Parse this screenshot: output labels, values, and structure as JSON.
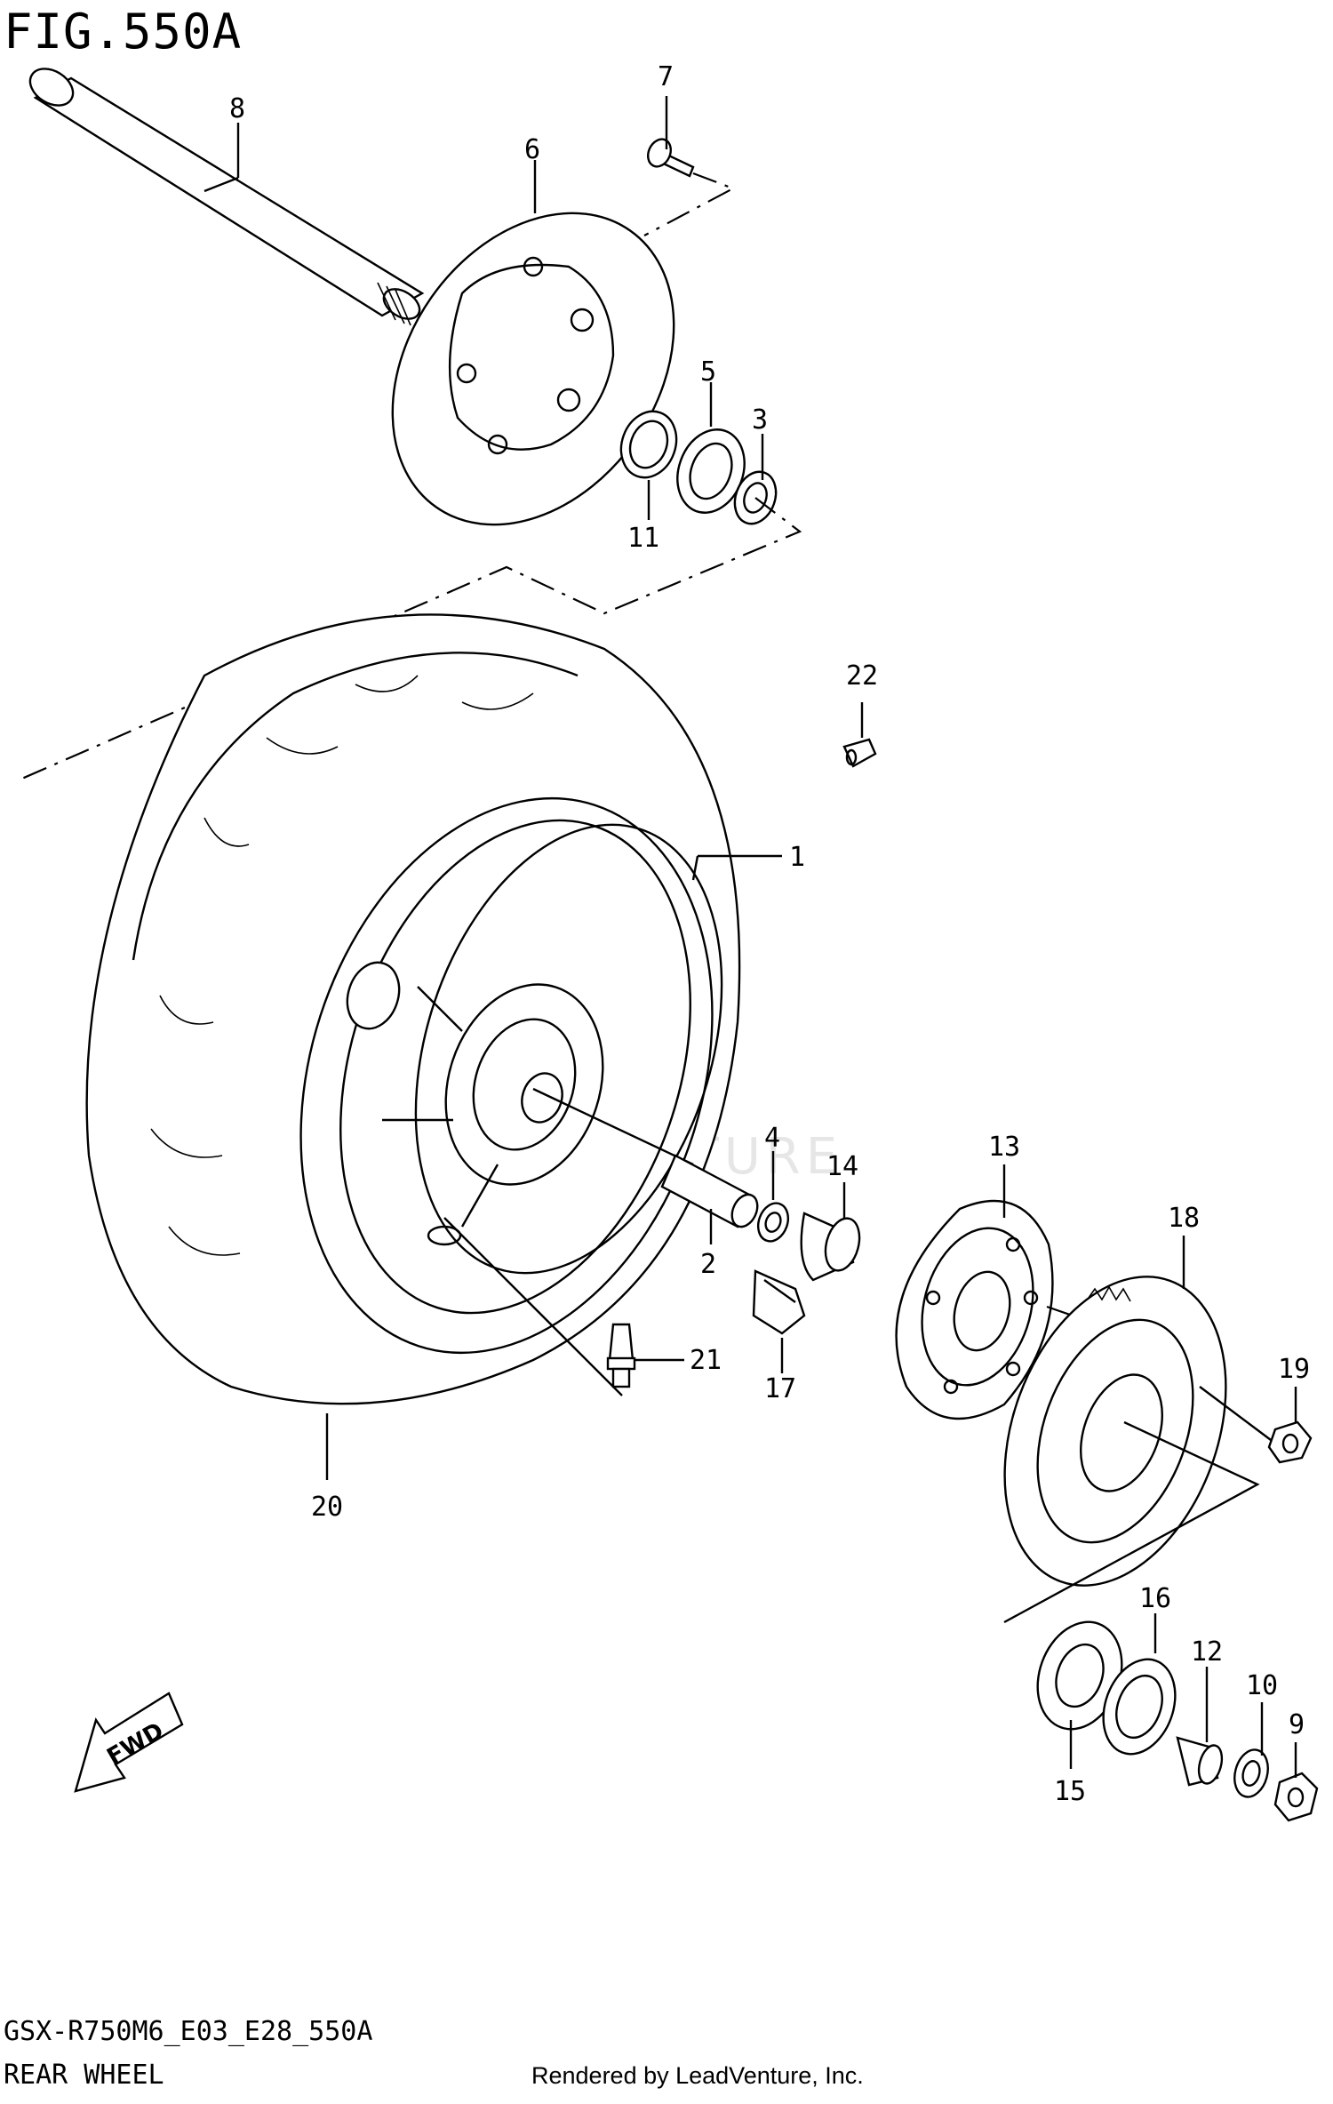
{
  "figure": {
    "title": "FIG.550A",
    "code": "GSX-R750M6_E03_E28_550A",
    "name": "REAR WHEEL",
    "credit": "Rendered by LeadVenture, Inc.",
    "watermark": "LEADVENTURE"
  },
  "callouts": [
    {
      "id": "c1",
      "label": "1"
    },
    {
      "id": "c2",
      "label": "2"
    },
    {
      "id": "c3",
      "label": "3"
    },
    {
      "id": "c4",
      "label": "4"
    },
    {
      "id": "c5",
      "label": "5"
    },
    {
      "id": "c6",
      "label": "6"
    },
    {
      "id": "c7",
      "label": "7"
    },
    {
      "id": "c8",
      "label": "8"
    },
    {
      "id": "c9",
      "label": "9"
    },
    {
      "id": "c10",
      "label": "10"
    },
    {
      "id": "c11",
      "label": "11"
    },
    {
      "id": "c12",
      "label": "12"
    },
    {
      "id": "c13",
      "label": "13"
    },
    {
      "id": "c14",
      "label": "14"
    },
    {
      "id": "c15",
      "label": "15"
    },
    {
      "id": "c16",
      "label": "16"
    },
    {
      "id": "c17",
      "label": "17"
    },
    {
      "id": "c18",
      "label": "18"
    },
    {
      "id": "c19",
      "label": "19"
    },
    {
      "id": "c20",
      "label": "20"
    },
    {
      "id": "c21",
      "label": "21"
    },
    {
      "id": "c22",
      "label": "22"
    }
  ],
  "fwd_arrow": {
    "label": "FWD"
  }
}
